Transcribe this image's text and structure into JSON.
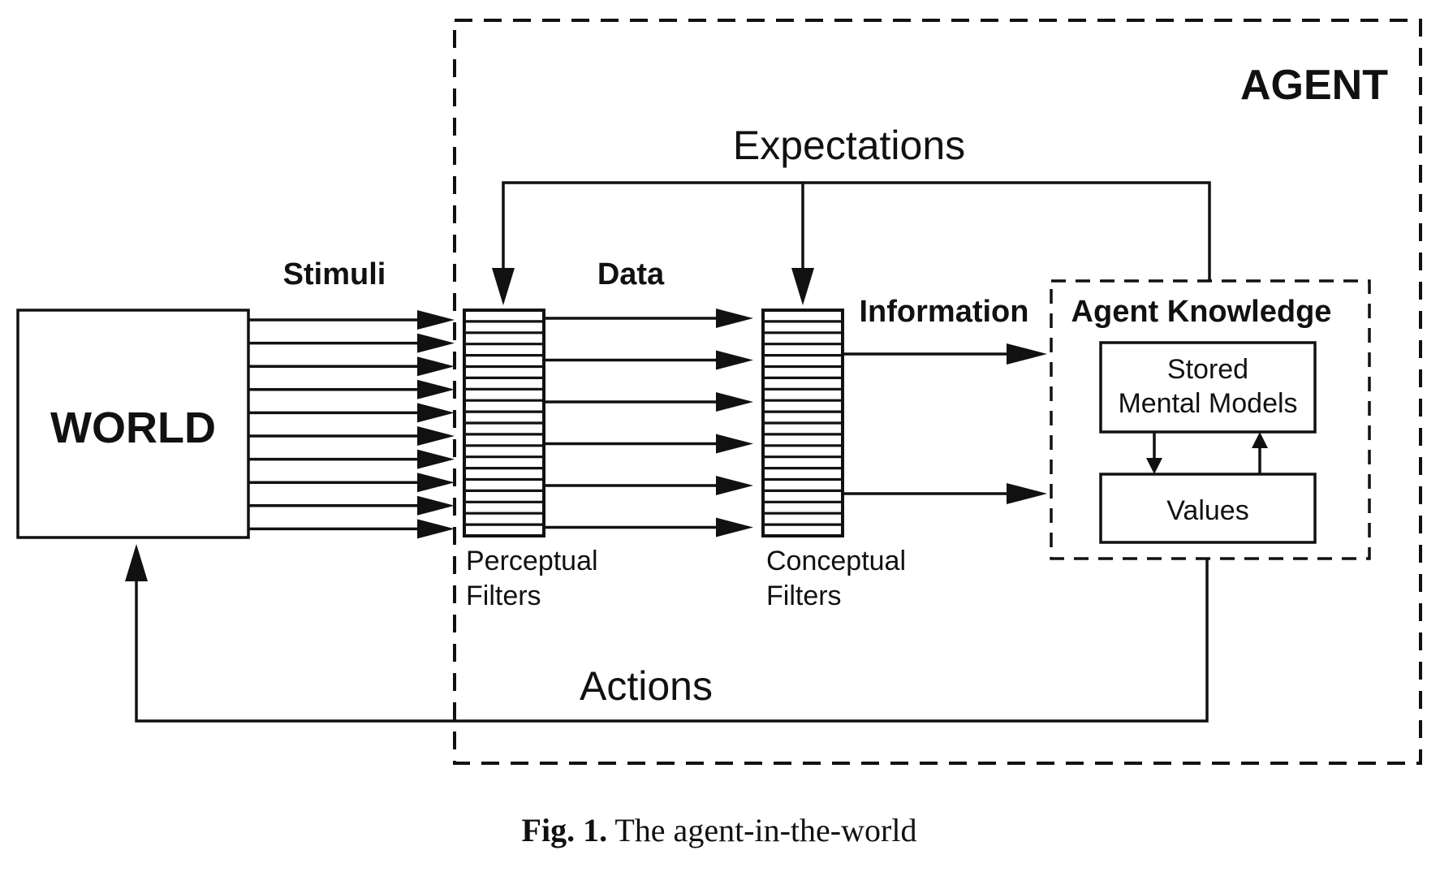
{
  "diagram": {
    "agent_label": "AGENT",
    "world_label": "WORLD",
    "expectations_label": "Expectations",
    "stimuli_label": "Stimuli",
    "data_label": "Data",
    "information_label": "Information",
    "agent_knowledge_label": "Agent Knowledge",
    "stored_models_line1": "Stored",
    "stored_models_line2": "Mental Models",
    "values_label": "Values",
    "perceptual_filters_line1": "Perceptual",
    "perceptual_filters_line2": "Filters",
    "conceptual_filters_line1": "Conceptual",
    "conceptual_filters_line2": "Filters",
    "actions_label": "Actions"
  },
  "caption": {
    "prefix": "Fig. 1.",
    "text": " The agent-in-the-world"
  },
  "colors": {
    "ink": "#111111",
    "background": "#ffffff"
  }
}
